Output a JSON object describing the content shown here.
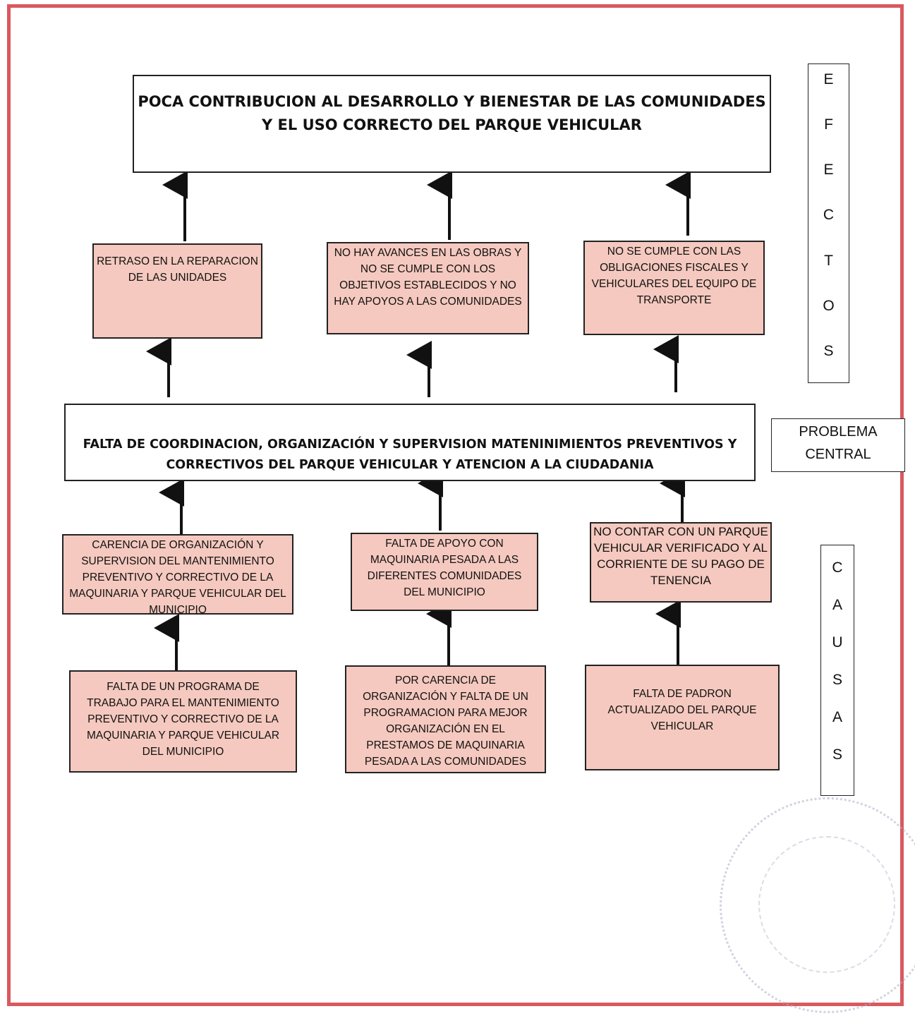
{
  "effect_main": "POCA CONTRIBUCION AL DESARROLLO Y BIENESTAR DE LAS COMUNIDADES Y EL USO CORRECTO DEL PARQUE VEHICULAR",
  "effects": [
    "RETRASO EN LA REPARACION DE LAS UNIDADES",
    "NO HAY AVANCES EN LAS OBRAS Y NO SE CUMPLE CON LOS OBJETIVOS ESTABLECIDOS Y NO HAY APOYOS A LAS COMUNIDADES",
    "NO SE CUMPLE CON LAS OBLIGACIONES FISCALES Y VEHICULARES DEL EQUIPO DE TRANSPORTE"
  ],
  "central_problem": "FALTA DE COORDINACION, ORGANIZACIÓN Y SUPERVISION MATENINIMIENTOS PREVENTIVOS Y CORRECTIVOS DEL PARQUE VEHICULAR Y ATENCION A LA CIUDADANIA",
  "causes": [
    "CARENCIA DE ORGANIZACIÓN Y SUPERVISION DEL MANTENIMIENTO PREVENTIVO Y CORRECTIVO DE LA MAQUINARIA Y PARQUE VEHICULAR DEL MUNICIPIO",
    "FALTA DE APOYO CON MAQUINARIA PESADA A LAS DIFERENTES COMUNIDADES DEL MUNICIPIO",
    "NO CONTAR CON UN PARQUE VEHICULAR VERIFICADO Y AL CORRIENTE DE SU PAGO DE TENENCIA"
  ],
  "root_causes": [
    "FALTA DE UN PROGRAMA DE TRABAJO PARA EL MANTENIMIENTO PREVENTIVO Y CORRECTIVO DE LA MAQUINARIA Y PARQUE VEHICULAR DEL MUNICIPIO",
    "POR CARENCIA DE ORGANIZACIÓN Y FALTA DE UN PROGRAMACION PARA MEJOR ORGANIZACIÓN EN EL PRESTAMOS DE MAQUINARIA PESADA A LAS COMUNIDADES",
    "FALTA DE PADRON ACTUALIZADO DEL PARQUE VEHICULAR"
  ],
  "labels": {
    "efectos": [
      "E",
      "F",
      "E",
      "C",
      "T",
      "O",
      "S"
    ],
    "problema_central": "PROBLEMA CENTRAL",
    "causas": [
      "C",
      "A",
      "U",
      "S",
      "A",
      "S"
    ]
  },
  "colors": {
    "frame": "#d9595f",
    "box_fill": "#f5c9bf"
  }
}
